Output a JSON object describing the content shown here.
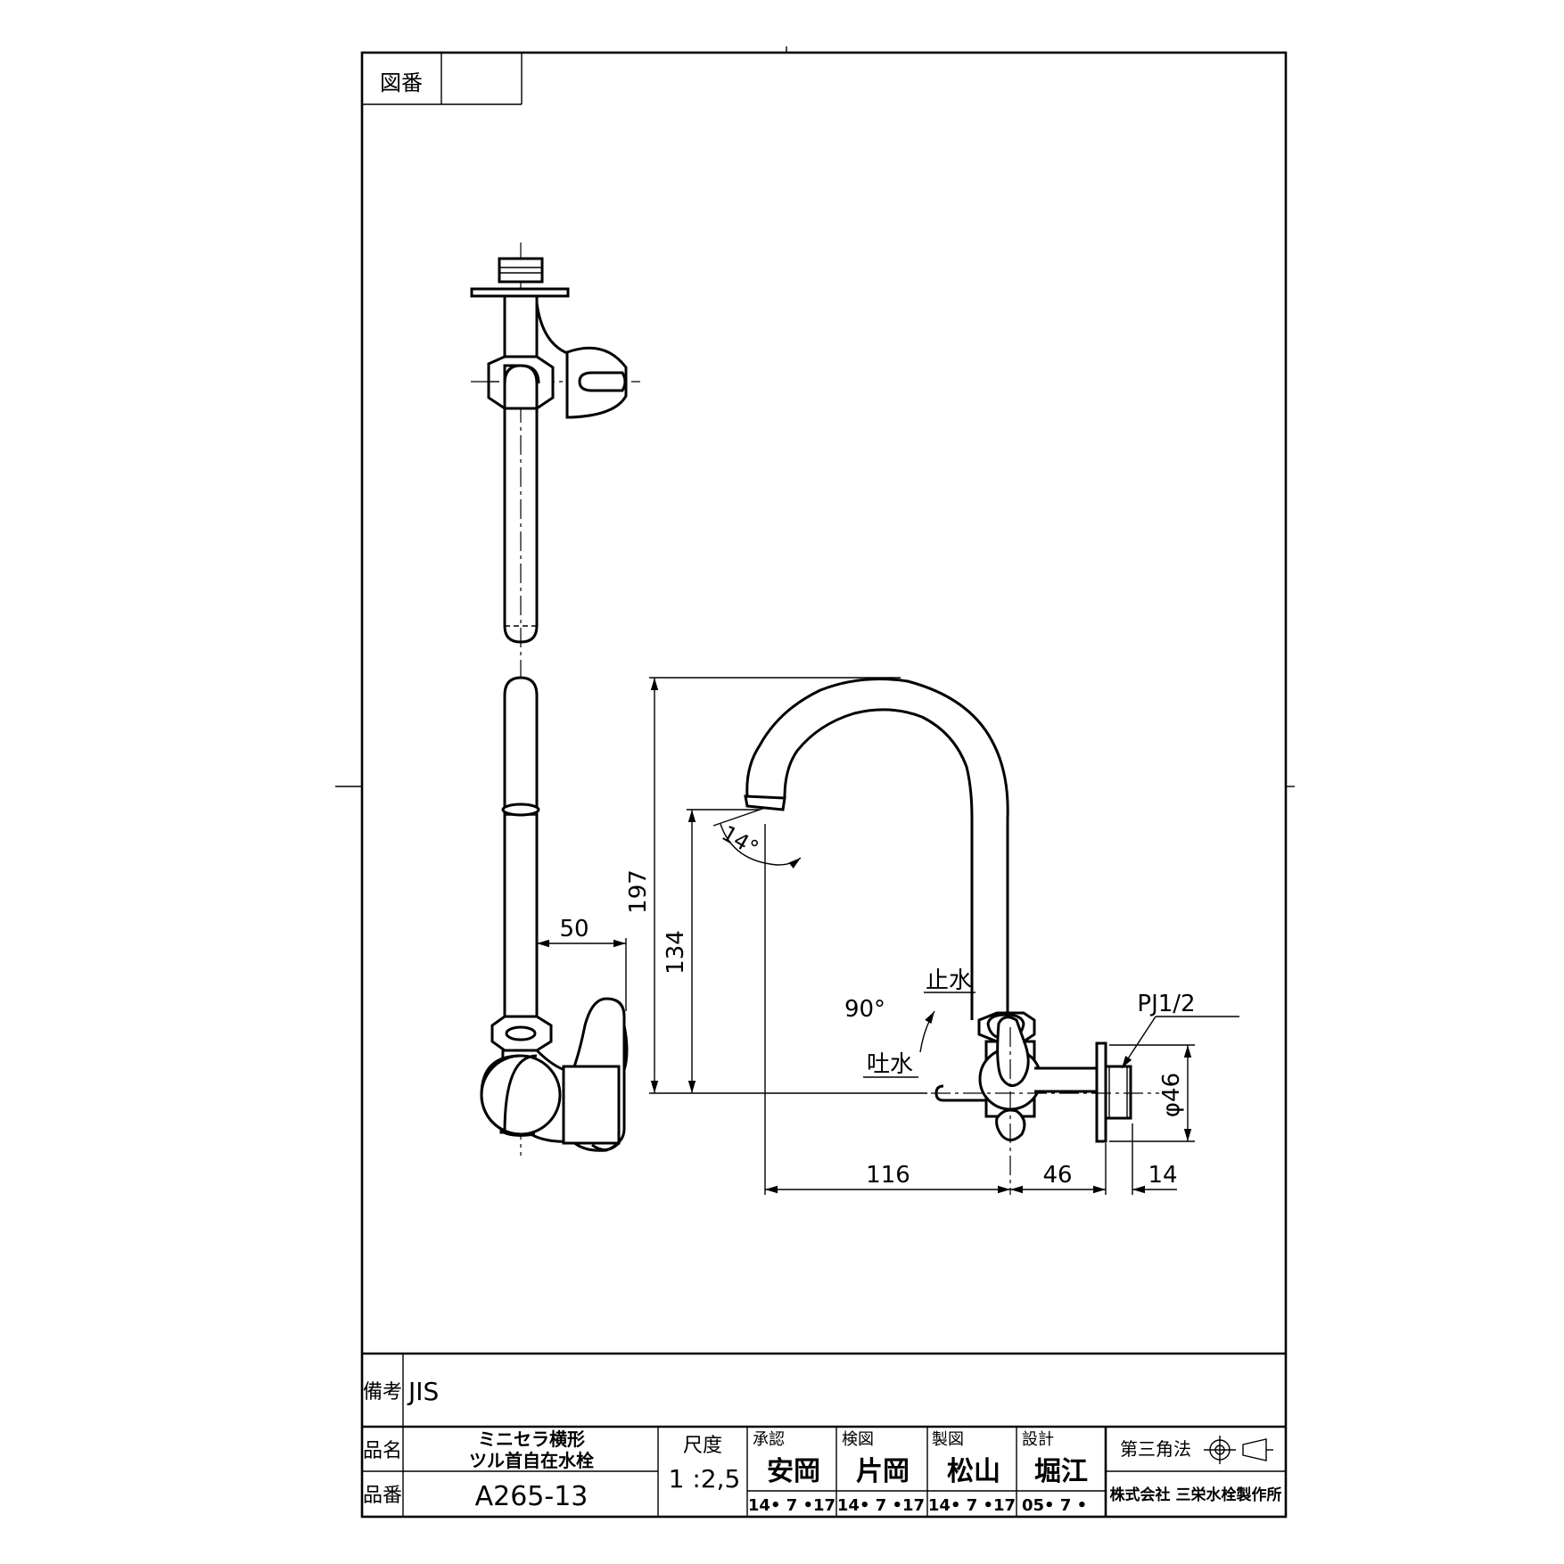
{
  "drawing_no": {
    "label": "図番",
    "value": ""
  },
  "dimensions": {
    "d50": "50",
    "d197": "197",
    "d134": "134",
    "d14deg": "14°",
    "d90deg": "90°",
    "d116": "116",
    "d46": "46",
    "d14": "14",
    "dia46": "φ46"
  },
  "annotations": {
    "stop_water": "止水",
    "spout_water": "吐水",
    "thread": "PJ1/2"
  },
  "title_block": {
    "remarks_label": "備考",
    "remarks_value": "JIS",
    "name_label": "品名",
    "name_line1": "ミニセラ横形",
    "name_line2": "ツル首自在水栓",
    "number_label": "品番",
    "number_value": "A265-13",
    "scale_label": "尺度",
    "scale_value": "1 :2,5",
    "approved_label": "承認",
    "approved_name": "安岡",
    "approved_date": "14• 7 •17",
    "checked_label": "検図",
    "checked_name": "片岡",
    "checked_date": "14• 7 •17",
    "drawn_label": "製図",
    "drawn_name": "松山",
    "drawn_date": "14• 7 •17",
    "design_label": "設計",
    "design_name": "堀江",
    "design_date": "05• 7 •",
    "projection": "第三角法",
    "company": "株式会社 三栄水栓製作所"
  }
}
